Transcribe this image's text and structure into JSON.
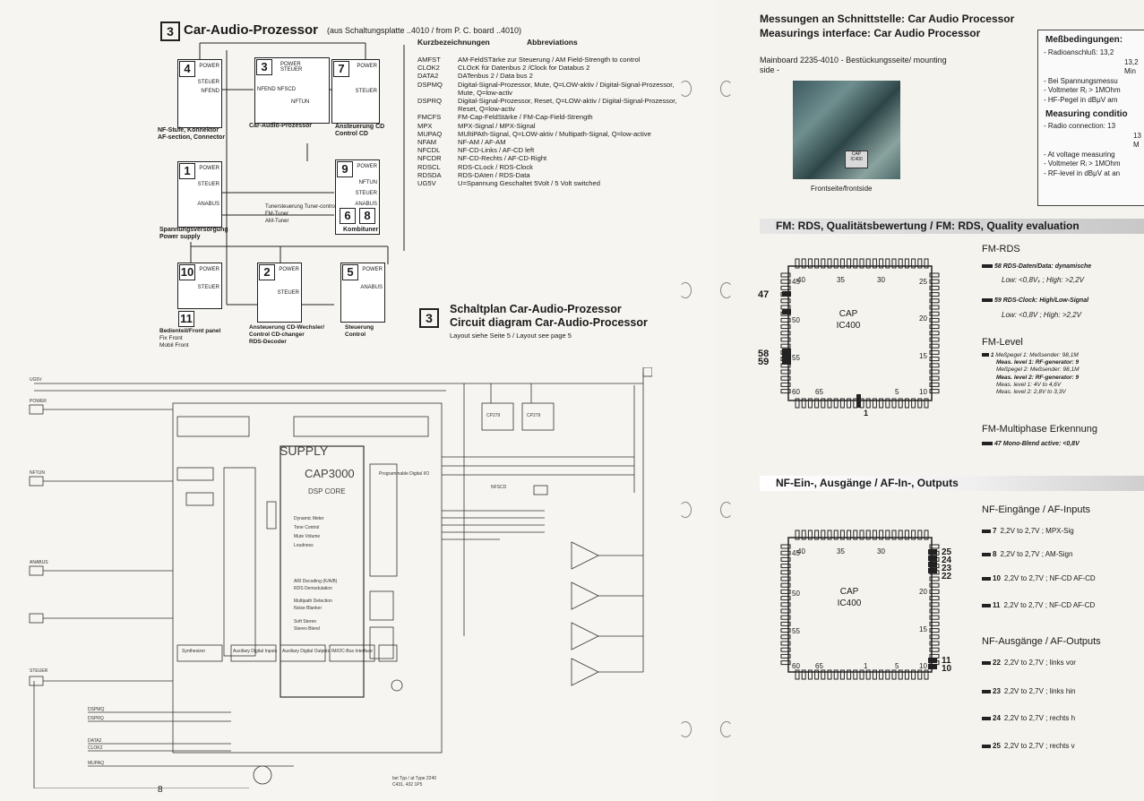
{
  "left": {
    "section_number": "3",
    "title": "Car-Audio-Prozessor",
    "title_sub": "(aus Schaltungsplatte ..4010 / from P. C. board ..4010)",
    "col_heading_de": "Kurzbezeichnungen",
    "col_heading_en": "Abbreviations",
    "abbreviations": [
      {
        "code": "AMFST",
        "desc": "AM-FeldSTärke zur Steuerung / AM Field-Strength to control"
      },
      {
        "code": "CLOK2",
        "desc": "CLOcK für Datenbus 2 /Clock for Databus 2"
      },
      {
        "code": "DATA2",
        "desc": "DATenbus 2 / Data bus 2"
      },
      {
        "code": "DSPMQ",
        "desc": "Digital-Signal-Prozessor, Mute, Q=LOW-aktiv / Digital-Signal-Prozessor, Mute, Q=low-activ"
      },
      {
        "code": "DSPRQ",
        "desc": "Digital-Signal-Prozessor, Reset, Q=LOW-aktiv / Digital-Signal-Prozessor, Reset, Q=low-activ"
      },
      {
        "code": "FMCFS",
        "desc": "FM-Cap-FeldStärke / FM-Cap-Field-Strength"
      },
      {
        "code": "MPX",
        "desc": "MPX-Signal / MPX-Signal"
      },
      {
        "code": "MUPAQ",
        "desc": "MUltiPAth-Signal, Q=LOW-aktiv / Multipath-Signal, Q=low-active"
      },
      {
        "code": "NFAM",
        "desc": "NF-AM / AF-AM"
      },
      {
        "code": "NFCDL",
        "desc": "NF-CD-Links / AF-CD left"
      },
      {
        "code": "NFCDR",
        "desc": "NF-CD-Rechts / AF-CD-Right"
      },
      {
        "code": "RDSCL",
        "desc": "RDS-CLock / RDS-Clock"
      },
      {
        "code": "RDSDA",
        "desc": "RDS-DAten / RDS-Data"
      },
      {
        "code": "UG5V",
        "desc": "U=Spannung Geschaltet 5Volt / 5 Volt switched"
      }
    ],
    "blocks": [
      {
        "num": "4",
        "caption": "NF-Stufe, Konnektor AF-section, Connector"
      },
      {
        "num": "3",
        "caption": "Car-Audio-Prozessor"
      },
      {
        "num": "7",
        "caption": "Ansteuerung CD Control CD"
      },
      {
        "num": "1",
        "caption": "Spannungsversorgung Power supply"
      },
      {
        "num": "9",
        "caption": "Tunersteuerung Tuner-control"
      },
      {
        "num": "6",
        "caption": "Kombituner"
      },
      {
        "num": "8",
        "caption": ""
      },
      {
        "num": "10",
        "caption": ""
      },
      {
        "num": "11",
        "caption": "Bedienteil/Front panel"
      },
      {
        "num": "2",
        "caption": "Ansteuerung CD-Wechsler/ Control CD-changer"
      },
      {
        "num": "5",
        "caption": "Steuerung Control"
      }
    ],
    "tuner_items": [
      "FM-Tuner",
      "AM-Tuner"
    ],
    "front_items": [
      "Fix Front",
      "Mobil Front"
    ],
    "extra_label": "RDS-Decoder",
    "circuit_title_de": "Schaltplan Car-Audio-Prozessor",
    "circuit_title_en": "Circuit diagram Car-Audio-Processor",
    "circuit_subtitle": "Layout siehe Seite 5 / Layout see page 5",
    "cap_label": "CAP3000",
    "dsp_core": "DSP CORE",
    "supply_label": "SUPPLY",
    "page_number": "8"
  },
  "right": {
    "heading1": "Messungen an Schnittstelle: Car Audio Processor",
    "heading2": "Measurings interface: Car Audio Processor",
    "mainboard": "Mainboard 2235-4010 - Bestückungsseite/ mounting side -",
    "photo_caption": "Frontseite/frontside",
    "photo_chip": "CAP IC400",
    "conditions_title": "Meßbedingungen:",
    "conditions": [
      "- Radioanschluß:   13,2",
      "13,2",
      "Min",
      "- Bei Spannungsmessu",
      "- Voltmeter Rⱼ > 1MOhm",
      "- HF-Pegel in dBμV am"
    ],
    "conditions_en_title": "Measuring conditio",
    "conditions_en": [
      "- Radio connection:   13",
      "13",
      "M",
      "- At voltage measuring",
      "- Voltmeter Rᵢ > 1MOhm",
      "- RF-level in dBμV at an"
    ],
    "section1": "FM: RDS, Qualitätsbewertung / FM: RDS, Quality evaluation",
    "section2": "NF-Ein-, Ausgänge / AF-In-, Outputs",
    "chip_name": "CAP",
    "chip_id": "IC400",
    "fm_rds_title": "FM-RDS",
    "rds_items": [
      {
        "pin": "58",
        "label": "RDS-Daten/Data: dynamische",
        "vals": "Low: <0,8Vₓ ; High: >2,2V"
      },
      {
        "pin": "59",
        "label": "RDS-Clock: High/Low-Signal",
        "vals": "Low: <0,8V ; High: >2,2V"
      }
    ],
    "fm_level_title": "FM-Level",
    "fm_level_lines": [
      "Meßpegel 1: Meßsender: 98,1M",
      "Meas. level 1: RF-generator: 9",
      "Meßpegel 2: Meßsender: 98,1M",
      "Meas. level 2: RF-generator: 9",
      "Meas. level 1: 4V to 4,6V",
      "Meas. level 2: 2,8V to 3,3V"
    ],
    "fm_level_pin": "1",
    "multiphase_title": "FM-Multiphase Erkennung",
    "multiphase_item": {
      "pin": "47",
      "label": "Mono-Blend active: <0,8V"
    },
    "af_in_title": "NF-Eingänge / AF-Inputs",
    "af_inputs": [
      {
        "pin": "7",
        "vals": "2,2V to 2,7V ; MPX-Sig"
      },
      {
        "pin": "8",
        "vals": "2,2V to 2,7V ; AM-Sign"
      },
      {
        "pin": "10",
        "vals": "2,2V to 2,7V ; NF-CD AF-CD"
      },
      {
        "pin": "11",
        "vals": "2,2V to 2,7V ; NF-CD AF-CD"
      }
    ],
    "af_out_title": "NF-Ausgänge / AF-Outputs",
    "af_outputs": [
      {
        "pin": "22",
        "vals": "2,2V to 2,7V ; links vor"
      },
      {
        "pin": "23",
        "vals": "2,2V to 2,7V ; links hin"
      },
      {
        "pin": "24",
        "vals": "2,2V to 2,7V ; rechts h"
      },
      {
        "pin": "25",
        "vals": "2,2V to 2,7V ; rechts v"
      }
    ],
    "chip_pins_top": [
      "40",
      "35",
      "30"
    ],
    "chip_pins_bottom": [
      "65",
      "1",
      "5",
      "10"
    ],
    "chip_pins_left": [
      "45",
      "50",
      "55",
      "60"
    ],
    "chip_pins_right": [
      "25",
      "20",
      "15"
    ],
    "side_pin_47": "47",
    "side_pin_58": "58",
    "side_pin_59": "59"
  }
}
